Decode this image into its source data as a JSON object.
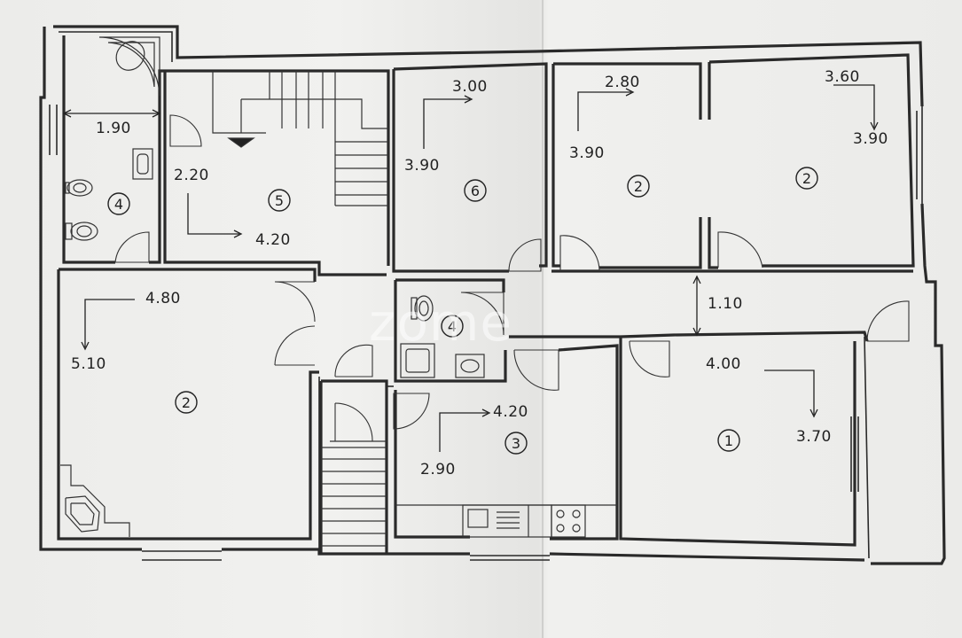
{
  "watermark": "zome",
  "rooms": [
    {
      "id": "bath-top-left",
      "number": "4",
      "dims": [
        "1.90"
      ]
    },
    {
      "id": "hall-stairs",
      "number": "5",
      "dims": [
        "2.20",
        "4.20"
      ]
    },
    {
      "id": "room-6",
      "number": "6",
      "dims": [
        "3.00",
        "3.90"
      ]
    },
    {
      "id": "room-2a",
      "number": "2",
      "dims": [
        "2.80",
        "3.90"
      ]
    },
    {
      "id": "room-2b",
      "number": "2",
      "dims": [
        "3.60",
        "3.90"
      ]
    },
    {
      "id": "living-left",
      "number": "2",
      "dims": [
        "4.80",
        "5.10"
      ]
    },
    {
      "id": "bath-center",
      "number": "4",
      "dims": []
    },
    {
      "id": "corridor",
      "number": "",
      "dims": [
        "1.10"
      ]
    },
    {
      "id": "kitchen",
      "number": "3",
      "dims": [
        "4.20",
        "2.90"
      ]
    },
    {
      "id": "room-1",
      "number": "1",
      "dims": [
        "4.00",
        "3.70"
      ]
    }
  ]
}
